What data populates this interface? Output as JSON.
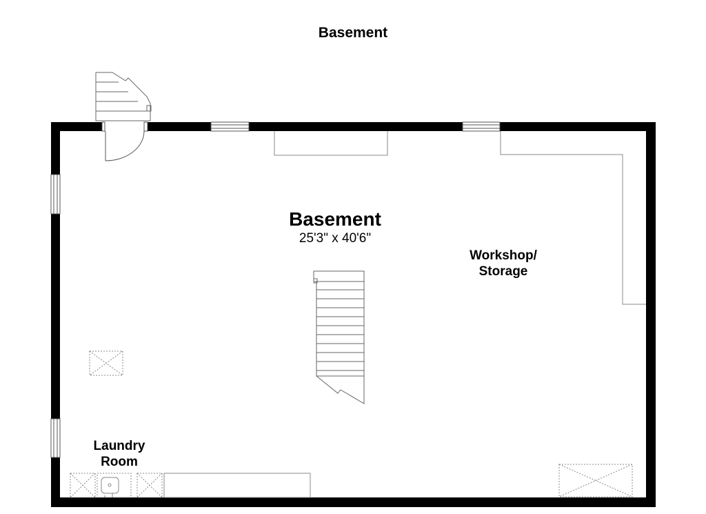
{
  "page_title": "Basement",
  "room": {
    "name": "Basement",
    "dimensions": "25'3\" x 40'6\""
  },
  "areas": {
    "workshop": {
      "line1": "Workshop/",
      "line2": "Storage"
    },
    "laundry": {
      "line1": "Laundry",
      "line2": "Room"
    }
  }
}
